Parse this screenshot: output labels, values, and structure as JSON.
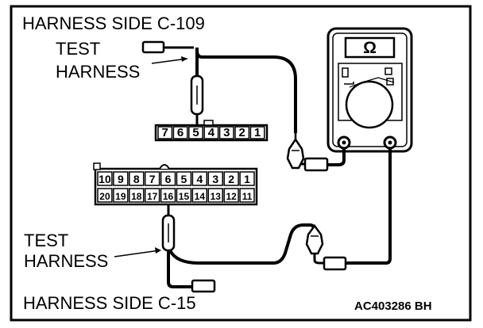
{
  "labels": {
    "harness_side_top": "HARNESS SIDE C-109",
    "test_harness_top_line1": "TEST",
    "test_harness_top_line2": "HARNESS",
    "test_harness_bottom_line1": "TEST",
    "test_harness_bottom_line2": "HARNESS",
    "harness_side_bottom": "HARNESS SIDE C-15",
    "reference_code": "AC403286 BH"
  },
  "connector_c109": {
    "pins": [
      "7",
      "6",
      "5",
      "4",
      "3",
      "2",
      "1"
    ],
    "probed_pin": "5"
  },
  "connector_c15": {
    "row_top": [
      "10",
      "9",
      "8",
      "7",
      "6",
      "5",
      "4",
      "3",
      "2",
      "1"
    ],
    "row_bottom": [
      "20",
      "19",
      "18",
      "17",
      "16",
      "15",
      "14",
      "13",
      "12",
      "11"
    ],
    "probed_pin": "16"
  },
  "meter": {
    "symbol": "Ω",
    "icon": "ohmmeter-icon"
  }
}
